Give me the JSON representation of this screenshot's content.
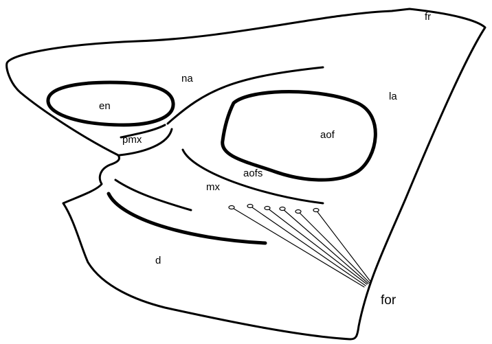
{
  "labels": {
    "fr": "fr",
    "na": "na",
    "la": "la",
    "en": "en",
    "pmx": "pmx",
    "aof": "aof",
    "aofs": "aofs",
    "mx": "mx",
    "d": "d",
    "for": "for"
  }
}
